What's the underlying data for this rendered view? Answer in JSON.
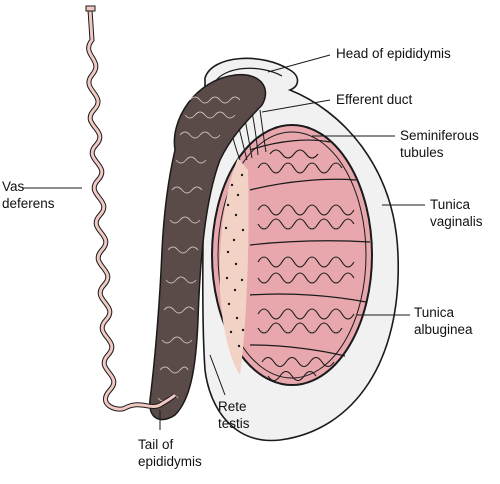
{
  "labels": {
    "head_of_epididymis": "Head of epididymis",
    "efferent_duct": "Efferent duct",
    "seminiferous_tubules": [
      "Seminiferous",
      "tubules"
    ],
    "tunica_vaginalis": [
      "Tunica",
      "vaginalis"
    ],
    "tunica_albuginea": [
      "Tunica",
      "albuginea"
    ],
    "vas_deferens": [
      "Vas",
      "deferens"
    ],
    "rete_testis": [
      "Rete",
      "testis"
    ],
    "tail_of_epididymis": [
      "Tail of",
      "epididymis"
    ]
  },
  "colors": {
    "outline": "#1a1a1a",
    "testis_fill": "#e7a7ad",
    "rete_fill": "#f3d2c6",
    "vaginalis_fill": "#f1f1f1",
    "epididymis_fill": "#5a4a48",
    "vas_fill": "#f2c8c2"
  }
}
